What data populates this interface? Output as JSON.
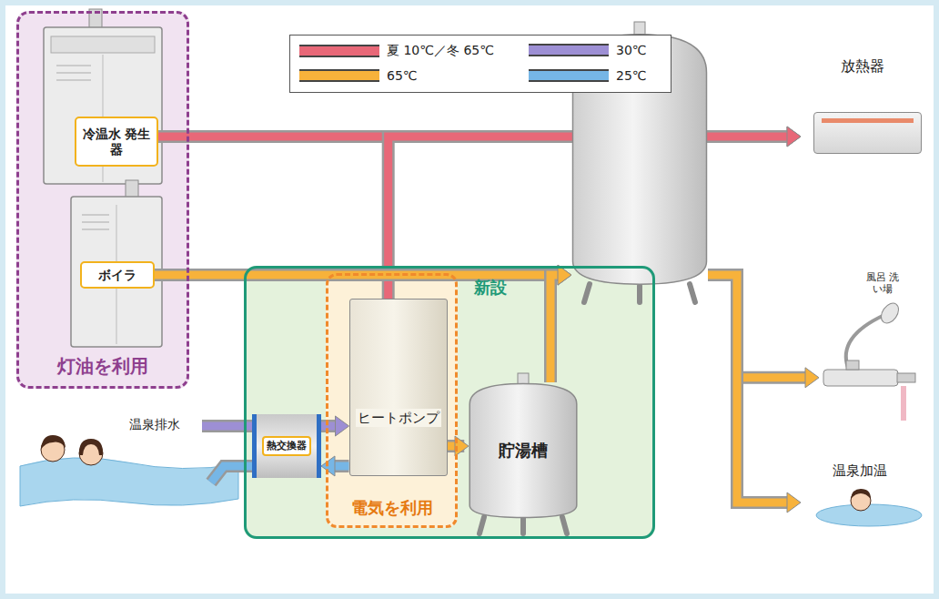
{
  "diagram": {
    "nodes": [
      {
        "text": [
          "灯油を利用"
        ]
      },
      {
        "text": [
          "冷温水 発生器"
        ],
        "in": 0
      },
      {
        "text": [
          "ボイラ"
        ],
        "in": 0
      },
      {
        "text": [
          "放熱器"
        ]
      },
      {
        "text": [
          "貯湯槽"
        ]
      },
      {
        "text": [
          "新設"
        ]
      },
      {
        "text": [
          "電気を利用"
        ],
        "in": 5
      },
      {
        "text": [
          "ヒートポンプ"
        ],
        "in": 6
      },
      {
        "text": [
          "熱交換器"
        ],
        "in": 5
      },
      {
        "text": [
          "貯湯槽"
        ],
        "in": 5
      },
      {
        "text": [
          "風呂 洗い場"
        ]
      },
      {
        "text": [
          "温泉加温"
        ]
      }
    ],
    "edges": [
      {
        "from": 1,
        "to": 3,
        "arrow": "to"
      },
      {
        "from": 7,
        "to": 3,
        "arrow": "to"
      },
      {
        "from": 2,
        "to": 4,
        "arrow": "to"
      },
      {
        "from": 9,
        "to": 4,
        "arrow": "to"
      },
      {
        "from": 7,
        "to": 9,
        "arrow": "to"
      },
      {
        "from": 4,
        "to": 10,
        "arrow": "to"
      },
      {
        "from": 4,
        "to": 11,
        "arrow": "to"
      },
      {
        "from": 8,
        "to": 7,
        "arrow": "to"
      },
      {
        "from": 7,
        "to": 8,
        "arrow": "to"
      }
    ],
    "labels": [
      "温泉排水"
    ],
    "legend": [
      {
        "text": "夏 10℃／冬 65℃",
        "color": "#e86878"
      },
      {
        "text": "65℃",
        "color": "#f7b23b"
      },
      {
        "text": "30℃",
        "color": "#9d8fd4"
      },
      {
        "text": "25℃",
        "color": "#76b6e6"
      }
    ]
  }
}
